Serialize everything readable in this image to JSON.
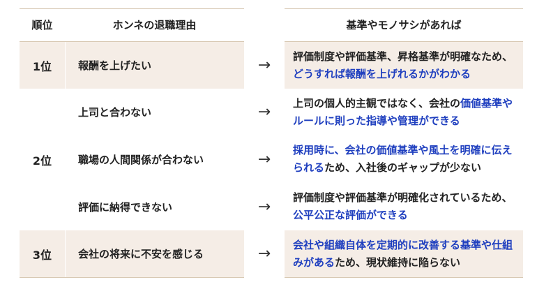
{
  "headers": {
    "rank": "順位",
    "reason": "ホンネの退職理由",
    "solution": "基準やモノサシがあれば"
  },
  "arrow_glyph": "→",
  "ranks": {
    "r1": "1位",
    "r2": "2位",
    "r3": "3位"
  },
  "rows": [
    {
      "reason": "報酬を上げたい",
      "solution": [
        {
          "text": "評価制度や評価基準、昇格基準が明確なため、",
          "hl": false
        },
        {
          "text": "どうすれば報酬を上げれるかがわかる",
          "hl": true
        }
      ]
    },
    {
      "reason": "上司と合わない",
      "solution": [
        {
          "text": "上司の個人的主観ではなく、会社の",
          "hl": false
        },
        {
          "text": "価値基準やルールに則った指導や管理ができる",
          "hl": true
        }
      ]
    },
    {
      "reason": "職場の人間関係が合わない",
      "solution": [
        {
          "text": "採用時に、会社の価値基準や風土を明確に伝えられる",
          "hl": true
        },
        {
          "text": "ため、入社後のギャップが少ない",
          "hl": false
        }
      ]
    },
    {
      "reason": "評価に納得できない",
      "solution": [
        {
          "text": "評価制度や評価基準が明確化されているため、",
          "hl": false
        },
        {
          "text": "公平公正な評価ができる",
          "hl": true
        }
      ]
    },
    {
      "reason": "会社の将来に不安を感じる",
      "solution": [
        {
          "text": "会社や組織自体を定期的に改善する基準や仕組みがある",
          "hl": true
        },
        {
          "text": "ため、現状維持に陥らない",
          "hl": false
        }
      ]
    }
  ],
  "colors": {
    "highlight": "#1f3fbf",
    "band": "#f5ede6",
    "rule": "#d8c9b4"
  }
}
